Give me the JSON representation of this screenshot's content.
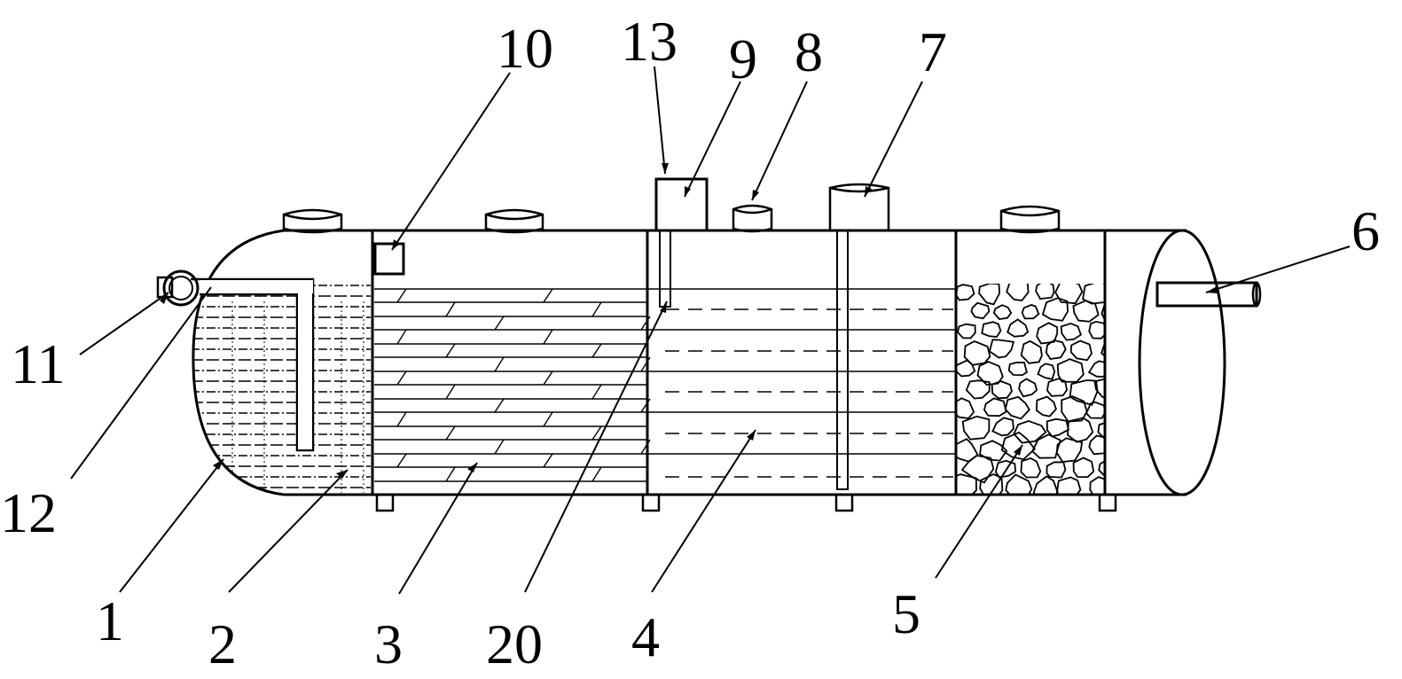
{
  "colors": {
    "line": "#000000",
    "background": "#ffffff"
  },
  "labels": {
    "l1": "1",
    "l2": "2",
    "l3": "3",
    "l4": "4",
    "l5": "5",
    "l6": "6",
    "l7": "7",
    "l8": "8",
    "l9": "9",
    "l10": "10",
    "l11": "11",
    "l12": "12",
    "l13": "13",
    "l20": "20"
  }
}
